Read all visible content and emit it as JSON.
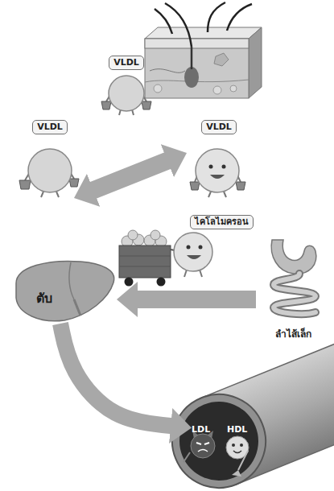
{
  "diagram": {
    "nodes": [
      {
        "text": [
          "VLDL"
        ]
      },
      {
        "text": [
          "VLDL"
        ]
      },
      {
        "text": [
          "VLDL"
        ]
      },
      {
        "text": [
          "ไคโลไมครอน"
        ]
      },
      {
        "text": [
          "ตับ"
        ]
      },
      {
        "text": [
          "ลำไส้เล็ก"
        ]
      },
      {
        "text": [
          "LDL"
        ]
      },
      {
        "text": [
          "HDL"
        ]
      }
    ],
    "edges": [
      {
        "from": 5,
        "to": 4,
        "arrow": "to"
      },
      {
        "from": 1,
        "to": 2,
        "arrow": "both"
      },
      {
        "from": 4,
        "to": 6,
        "arrow": "to"
      }
    ]
  }
}
